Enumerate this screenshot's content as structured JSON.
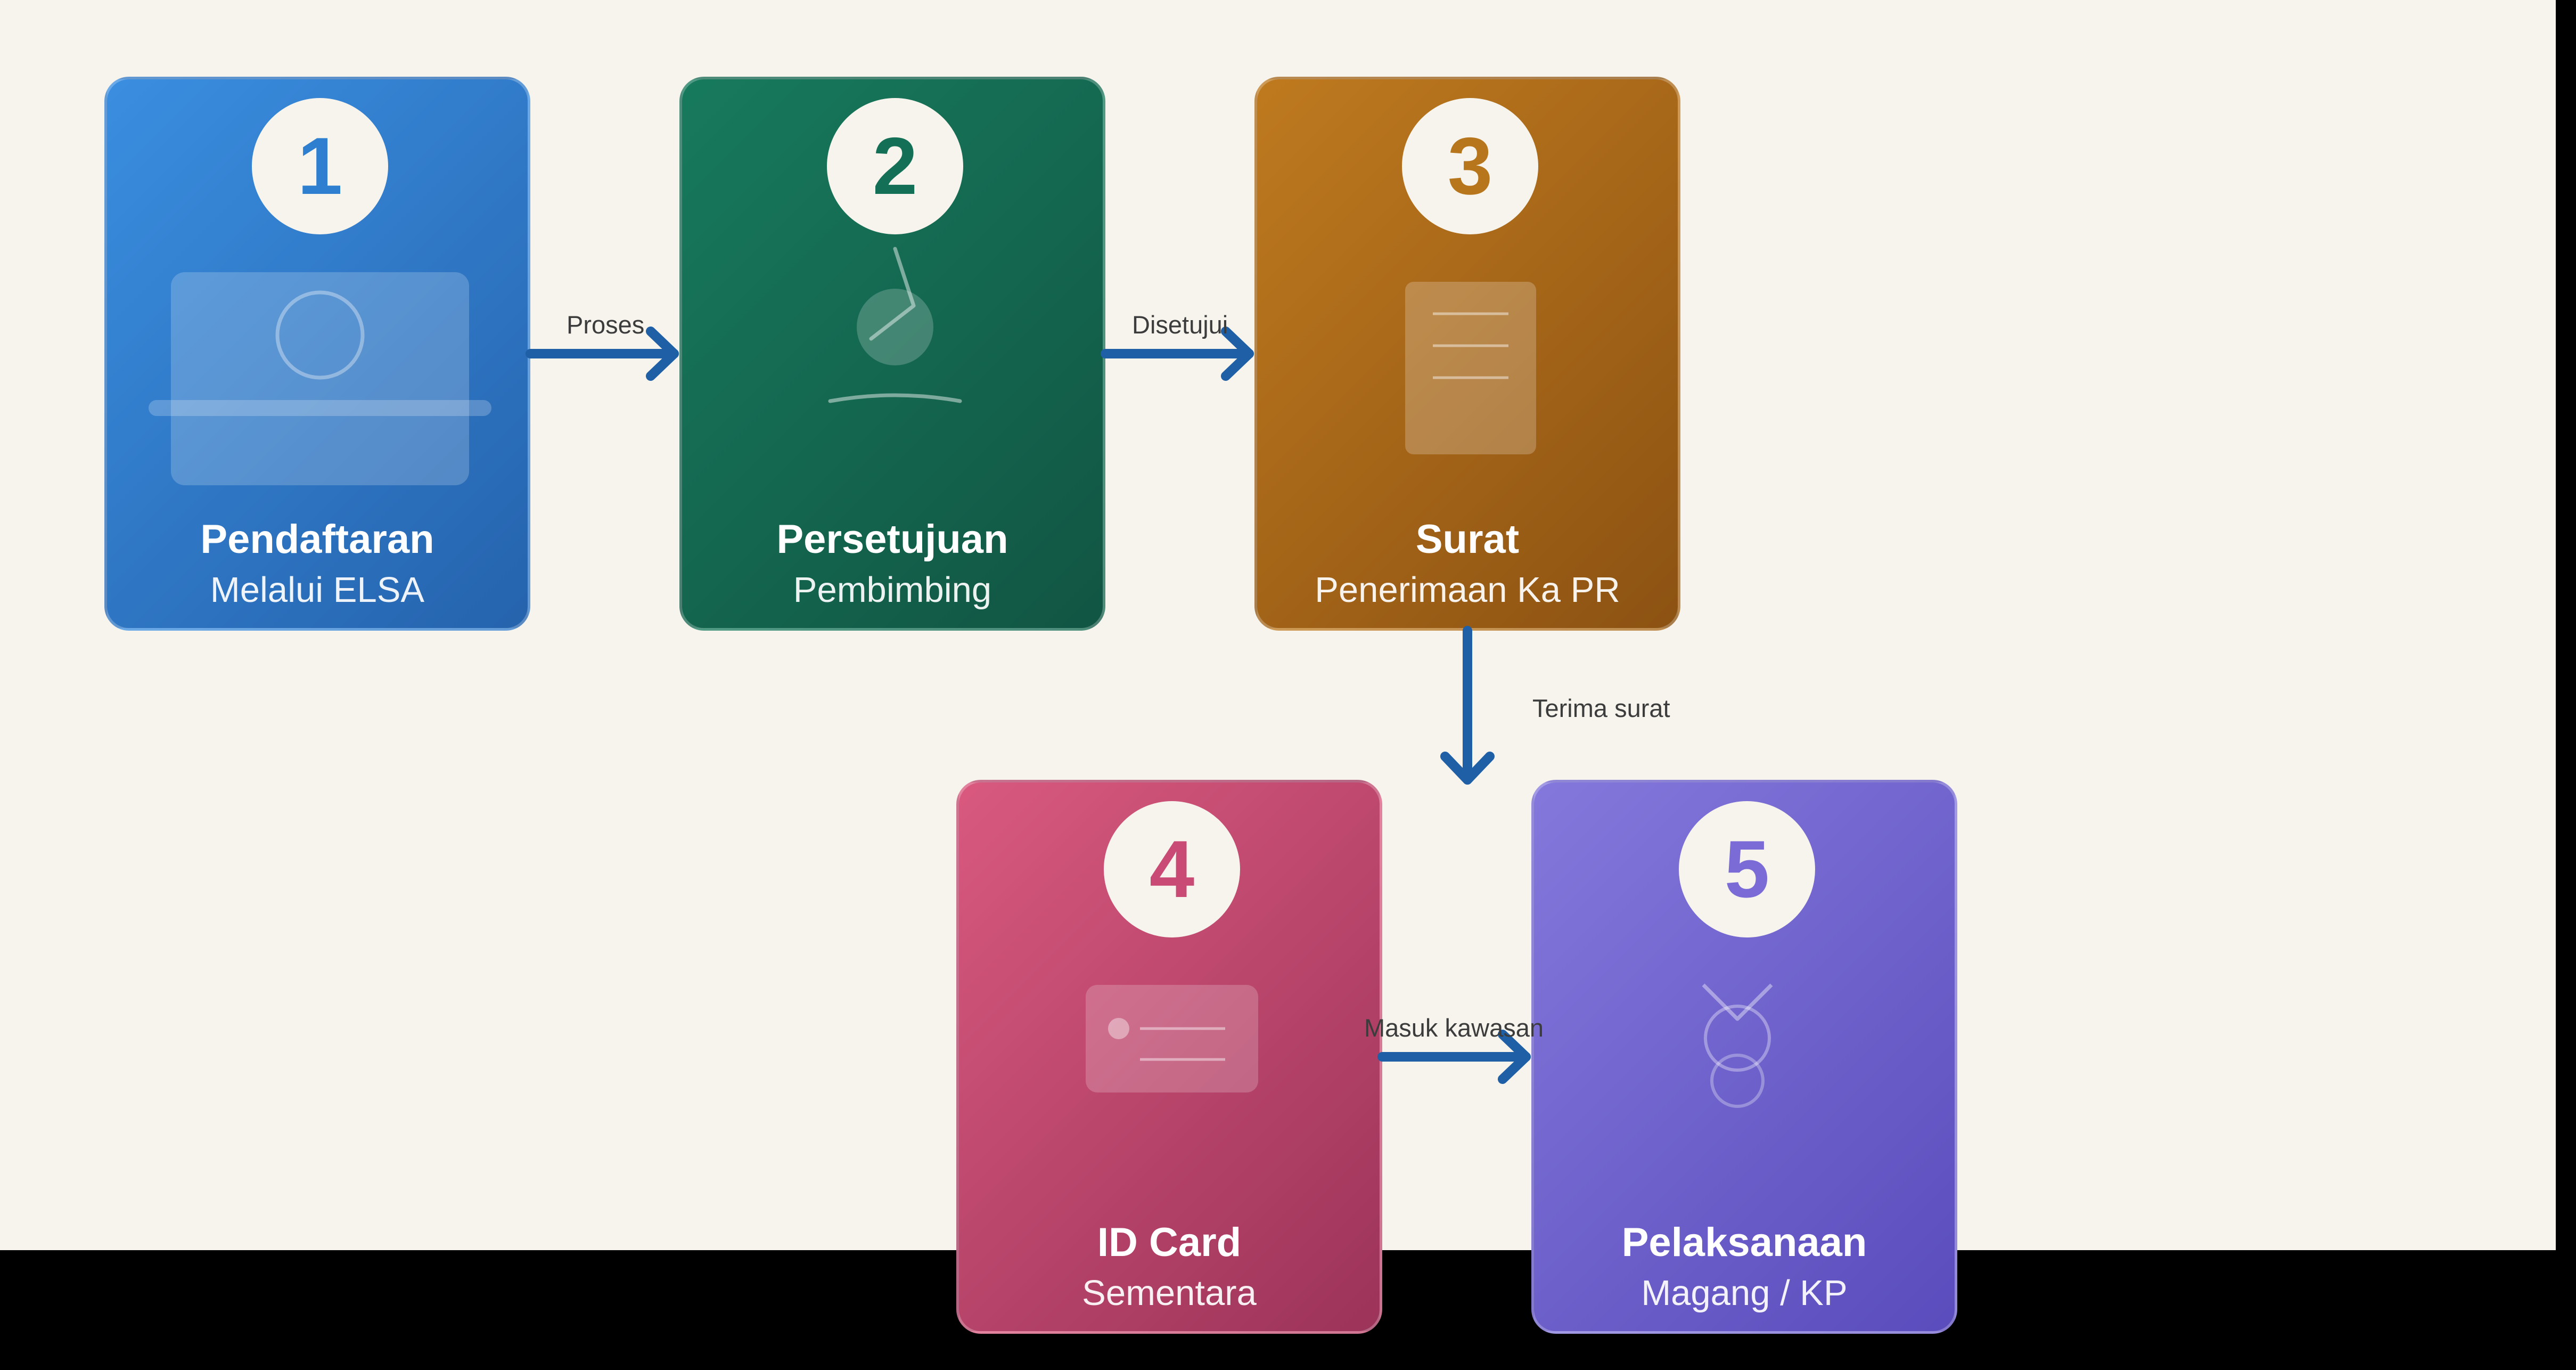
{
  "steps": [
    {
      "number": "1",
      "title": "Pendaftaran",
      "subtitle": "Melalui ELSA",
      "icon": "laptop-icon",
      "color_start": "#3a8ee0",
      "color_end": "#2563ad",
      "number_color": "#2f7fd0"
    },
    {
      "number": "2",
      "title": "Persetujuan",
      "subtitle": "Pembimbing",
      "icon": "signature-icon",
      "color_start": "#177a5c",
      "color_end": "#115543",
      "number_color": "#137056"
    },
    {
      "number": "3",
      "title": "Surat",
      "subtitle": "Penerimaan Ka PR",
      "icon": "document-icon",
      "color_start": "#bf7a1f",
      "color_end": "#8c5212",
      "number_color": "#b8761c"
    },
    {
      "number": "4",
      "title": "ID Card",
      "subtitle": "Sementara",
      "icon": "id-card-icon",
      "color_start": "#d9597f",
      "color_end": "#9c3359",
      "number_color": "#c94a74"
    },
    {
      "number": "5",
      "title": "Pelaksanaan",
      "subtitle": "Magang / KP",
      "icon": "medal-icon",
      "color_start": "#8478dc",
      "color_end": "#5a4cbc",
      "number_color": "#7a6bd6"
    }
  ],
  "edges": [
    {
      "from": "1",
      "to": "2",
      "label": "Proses"
    },
    {
      "from": "2",
      "to": "3",
      "label": "Disetujui"
    },
    {
      "from": "3",
      "to": "4",
      "label": "Terima surat"
    },
    {
      "from": "4",
      "to": "5",
      "label": "Masuk kawasan"
    }
  ],
  "colors": {
    "background": "#f6f4ed",
    "arrow": "#1f5fa6",
    "label": "#3c3c3c"
  }
}
